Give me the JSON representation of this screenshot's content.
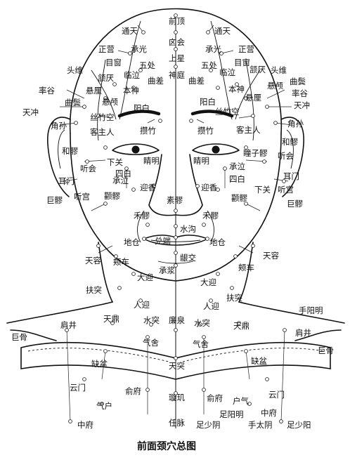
{
  "caption": "前面颈穴总图",
  "labels": {
    "qianding": "前顶",
    "xinhui": "囟会",
    "shangxing": "上星",
    "shenting": "神庭",
    "tongtian_l": "通天",
    "tongtian_r": "通天",
    "chengguang_l": "承光",
    "chengguang_r": "承光",
    "zhengying_l": "正营",
    "zhengying_r": "正营",
    "muchuang_l": "目窗",
    "muchuang_r": "目窗",
    "wuchu_l": "五处",
    "wuchu_r": "五处",
    "touwei_l": "头维",
    "touwei_r": "头维",
    "hanyan_l": "颔厌",
    "hanyan_r": "颔厌",
    "linqi_l": "临泣",
    "linqi_r": "临泣",
    "qucha_l": "曲差",
    "qucha_r": "曲差",
    "shuaigu_l": "率谷",
    "shuaigu_r": "率谷",
    "xuanli_l": "悬厘",
    "xuanli_r": "悬厘",
    "benshen_l": "本神",
    "benshen_r": "本神",
    "qubin_l": "曲鬓",
    "qubin_r": "曲鬓",
    "xuanlu_l": "悬颅",
    "xuanlu_r": "悬颅",
    "yangbai_l": "阳白",
    "yangbai_r": "阳白",
    "tianchong_l": "天冲",
    "tianchong_r": "天冲",
    "sizhukong_l": "丝竹空",
    "sizhukong_r": "丝竹空",
    "jiaosun_l": "角孙",
    "jiaosun_r": "角孙",
    "kezhuren_l": "客主人",
    "kezhuren_r": "客主人",
    "cuanzhu_l": "攒竹",
    "cuanzhu_r": "攒竹",
    "heliao_l": "和髎",
    "heliao_r": "和髎",
    "tongziliao": "瞳子髎",
    "tinghui_l": "听会",
    "tinghui_r": "听会",
    "xiaguan_l": "下关",
    "xiaguan_r": "下关",
    "jingming_l": "睛明",
    "jingming_r": "睛明",
    "chengqi_l": "承泣",
    "chengqi_r": "承泣",
    "ermen_l": "耳门",
    "ermen_r": "耳门",
    "sibai_l": "四白",
    "sibai_r": "四白",
    "tinggong_l": "听宫",
    "tinggong_r": "听宫",
    "juliao_upper_l": "巨髎",
    "juliao_upper_r": "巨髎",
    "quanliao_l": "颧髎",
    "quanliao_r": "颧髎",
    "yingxiang_l": "迎香",
    "yingxiang_r": "迎香",
    "suliao": "素髎",
    "heliao_nose_l": "禾髎",
    "heliao_nose_r": "禾髎",
    "shuigou": "水沟",
    "duiduan": "兑端",
    "dicang_l": "地仓",
    "dicang_r": "地仓",
    "yinjiao": "龈交",
    "tianrong_l": "天容",
    "tianrong_r": "天容",
    "jiache_l": "颊车",
    "jiache_r": "颊车",
    "chengjiang": "承浆",
    "daying_l": "大迎",
    "daying_r": "大迎",
    "futu_l": "扶突",
    "futu_r": "扶突",
    "renying_l": "人迎",
    "renying_r": "人迎",
    "shouyangming": "手阳明",
    "jianjing_l": "肩井",
    "jianjing_r": "肩井",
    "tianding_l": "天鼎",
    "tianding_r": "天鼎",
    "shuitu_l": "水突",
    "shuitu_r": "水突",
    "lianquan": "廉泉",
    "jugu_l": "巨骨",
    "jugu_r": "巨骨",
    "qishe_l": "气舍",
    "qishe_r": "气舍",
    "quepen_l": "缺盆",
    "quepen_r": "缺盆",
    "tiantu": "天突",
    "yunmen_l": "云门",
    "yunmen_r": "云门",
    "shufu_l": "俞府",
    "shufu_r": "俞府",
    "qihu_l": "气户",
    "qihu_r": "户气",
    "xuanji": "璇玑",
    "zhongfu_l": "中府",
    "zhongfu_r": "中府",
    "zuyangming": "足阳明",
    "shoutaiyin": "手太阴",
    "renmai": "任脉",
    "zushaoyin": "足少阴",
    "zushaoyang": "足少阳"
  }
}
